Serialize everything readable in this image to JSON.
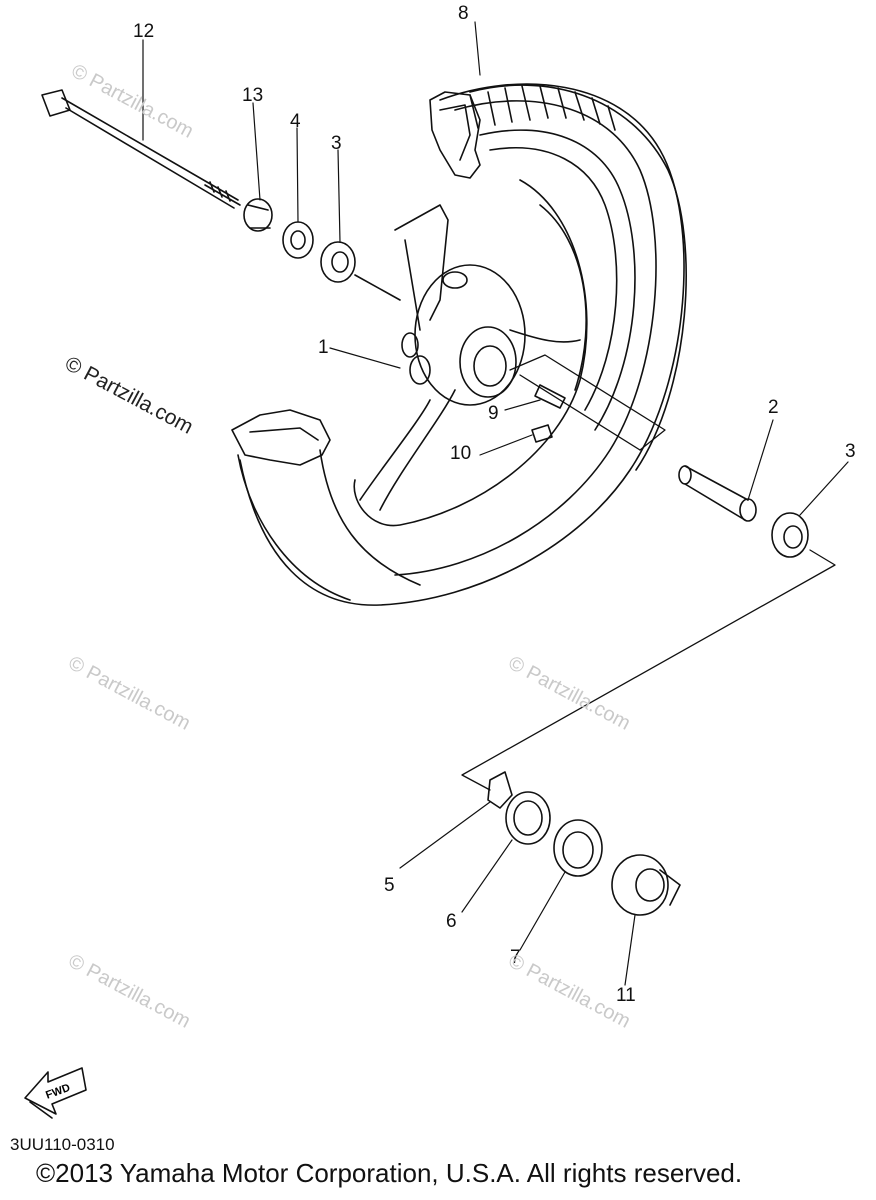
{
  "callouts": {
    "c1": "1",
    "c2": "2",
    "c3a": "3",
    "c3b": "3",
    "c4": "4",
    "c5": "5",
    "c6": "6",
    "c7": "7",
    "c8": "8",
    "c9": "9",
    "c10": "10",
    "c11": "11",
    "c12": "12",
    "c13": "13"
  },
  "watermark": {
    "text": "© Partzilla.com"
  },
  "fwd_label": "FWD",
  "diagram_code": "3UU110-0310",
  "copyright": "©2013  Yamaha Motor Corporation, U.S.A. All rights reserved."
}
